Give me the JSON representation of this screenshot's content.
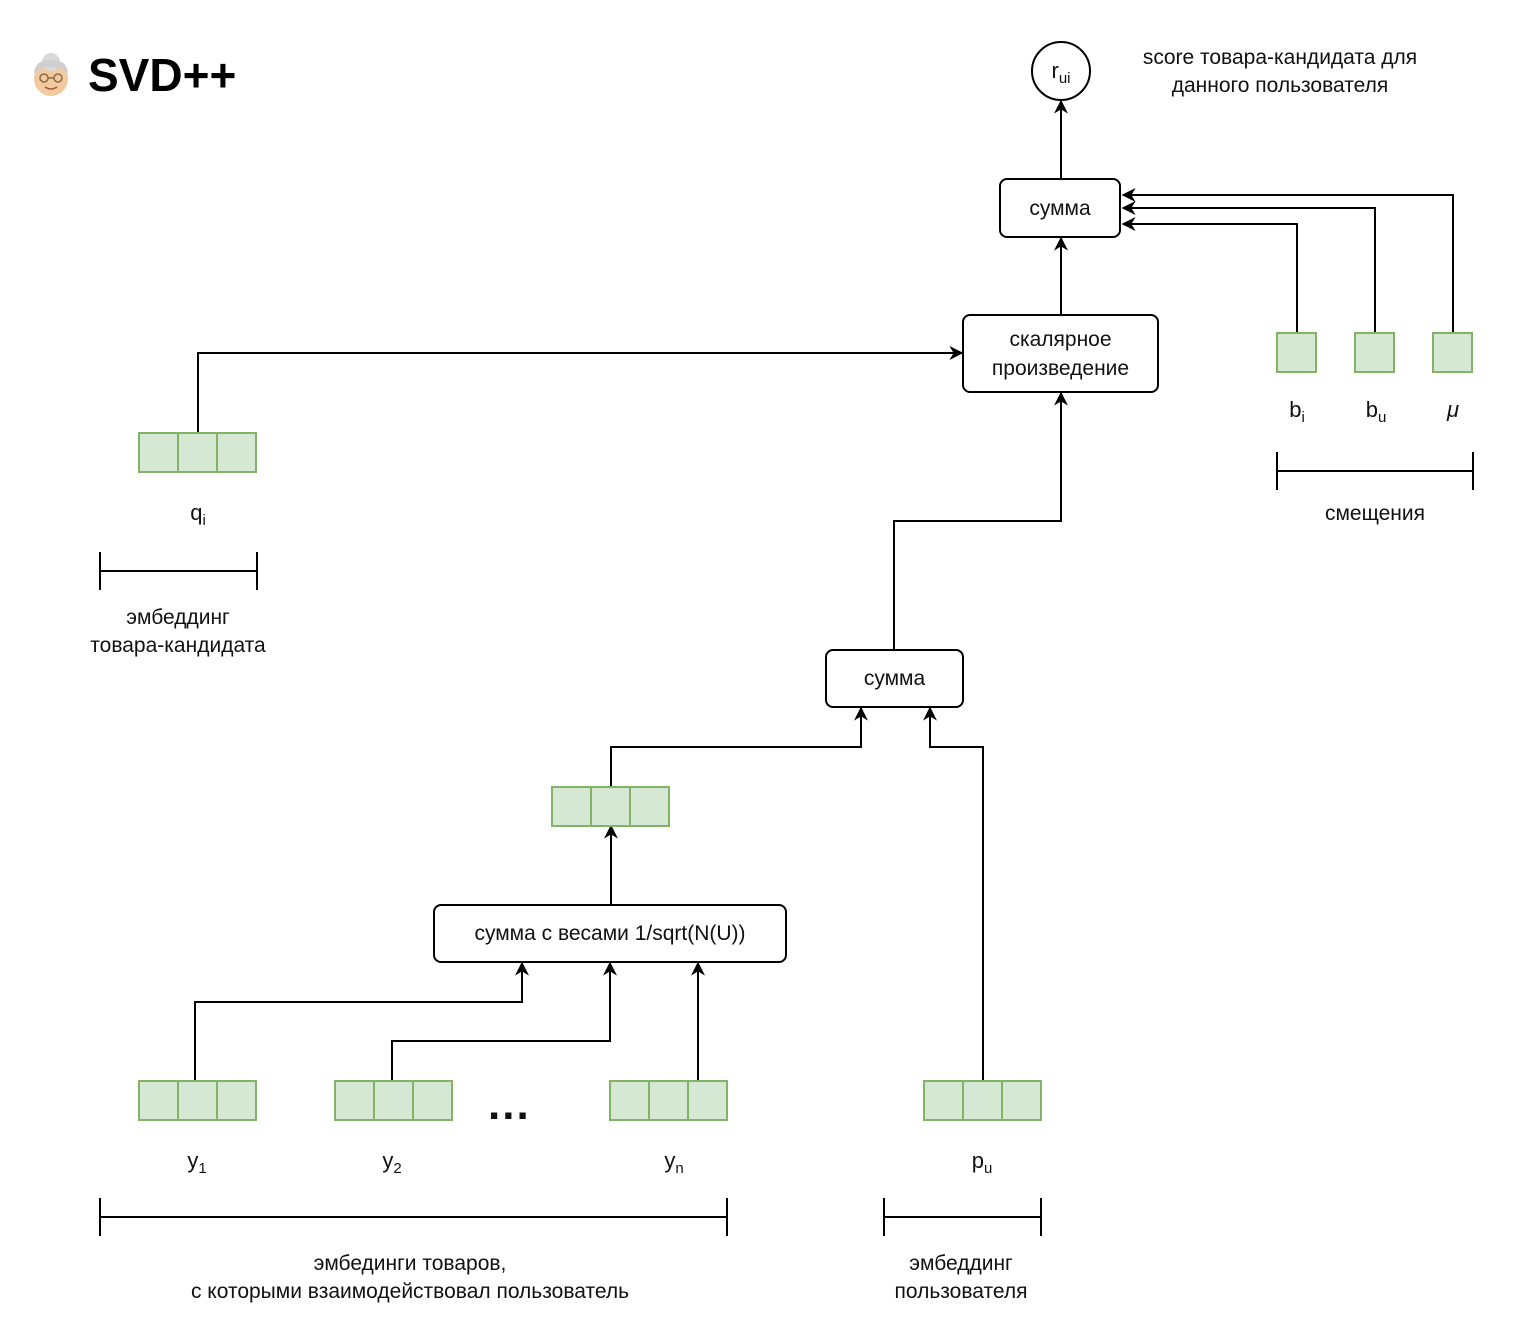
{
  "header": {
    "title": "SVD++",
    "icon": "old-woman-emoji-icon"
  },
  "nodes": {
    "r_ui": {
      "base": "r",
      "sub": "ui"
    },
    "score_label": "score товара-кандидата для\nданного пользователя",
    "sum_top": "сумма",
    "dot_product": "скалярное\nпроизведение",
    "sum_mid": "сумма",
    "weighted_sum": "сумма с весами 1/sqrt(N(U))"
  },
  "vectors": {
    "q_i": {
      "base": "q",
      "sub": "i"
    },
    "y_1": {
      "base": "y",
      "sub": "1"
    },
    "y_2": {
      "base": "y",
      "sub": "2"
    },
    "y_n": {
      "base": "y",
      "sub": "n"
    },
    "p_u": {
      "base": "p",
      "sub": "u"
    },
    "b_i": {
      "base": "b",
      "sub": "i"
    },
    "b_u": {
      "base": "b",
      "sub": "u"
    },
    "mu": {
      "base": "μ",
      "sub": ""
    },
    "ellipsis": "..."
  },
  "brackets": {
    "item_embedding": "эмбеддинг\nтовара-кандидата",
    "biases": "смещения",
    "interacted_items": "эмбединги товаров,\nс которыми взаимодействовал пользователь",
    "user_embedding": "эмбеддинг\nпользователя"
  },
  "colors": {
    "cell_fill": "#d5e8d4",
    "cell_border": "#82b366",
    "line": "#000000"
  }
}
